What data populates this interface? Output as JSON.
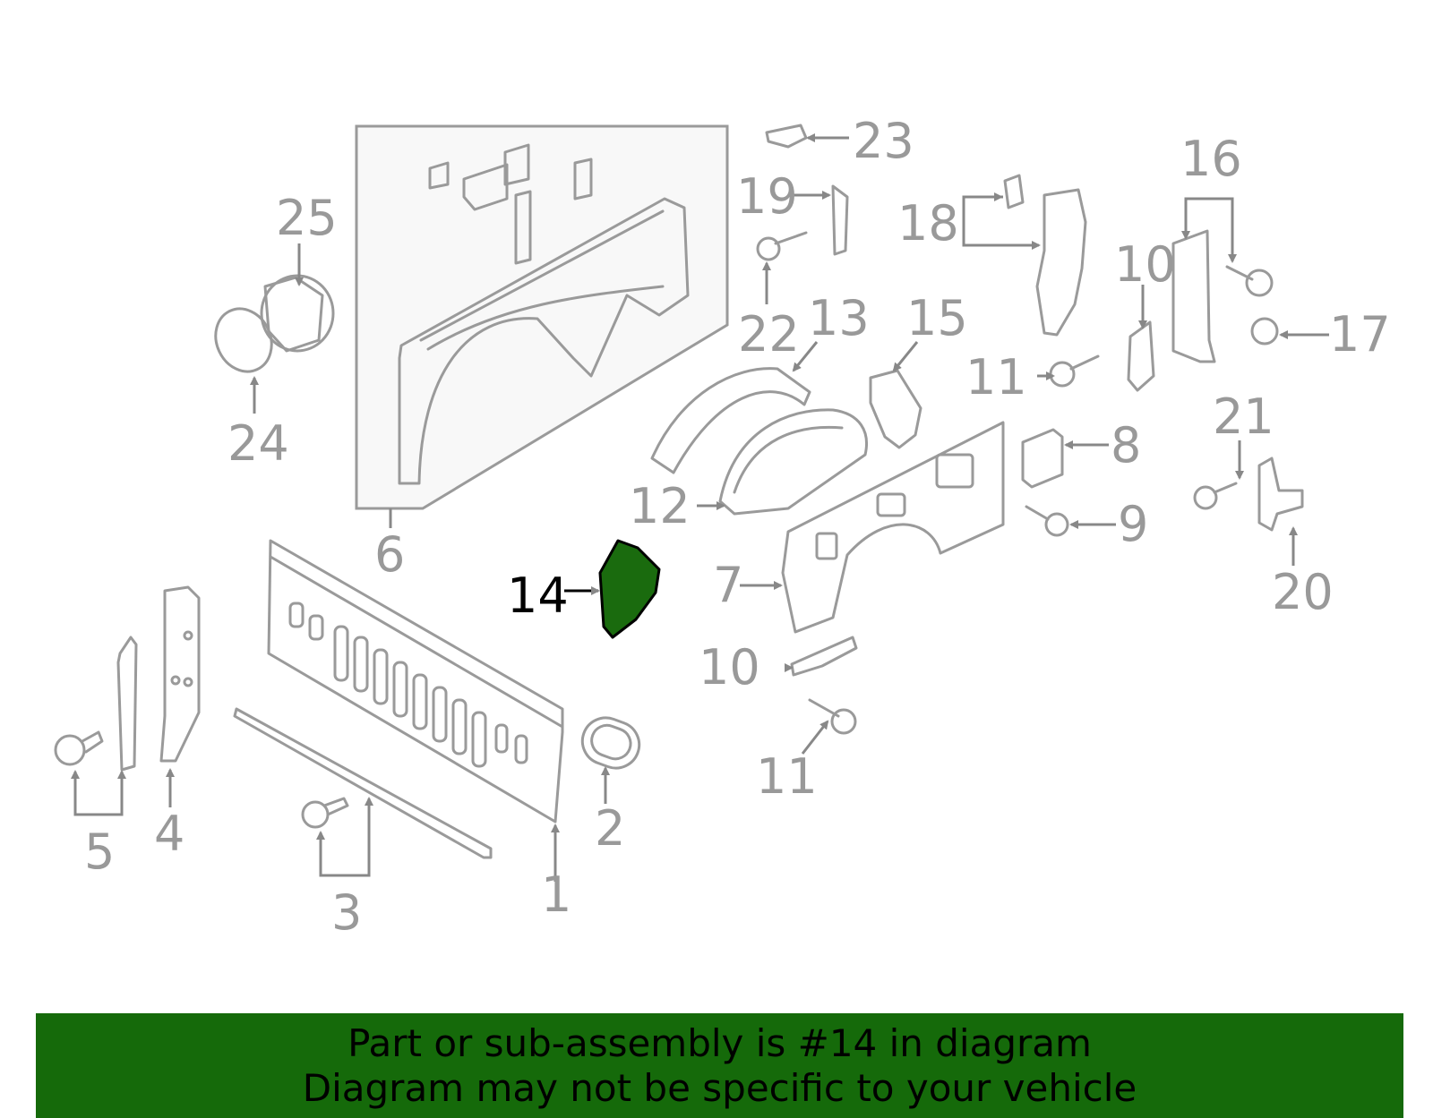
{
  "diagram": {
    "highlight_callout": "14",
    "callouts": [
      "1",
      "2",
      "3",
      "4",
      "5",
      "6",
      "7",
      "8",
      "9",
      "10",
      "10",
      "11",
      "11",
      "12",
      "13",
      "15",
      "16",
      "17",
      "18",
      "19",
      "20",
      "21",
      "22",
      "23",
      "24",
      "25"
    ]
  },
  "banner": {
    "line1": "Part or sub-assembly is #14 in diagram",
    "line2": "Diagram may not be specific to your vehicle"
  },
  "colors": {
    "highlight": "#1a6b0e",
    "banner": "#156a0a",
    "lines": "#9a9a9a"
  }
}
